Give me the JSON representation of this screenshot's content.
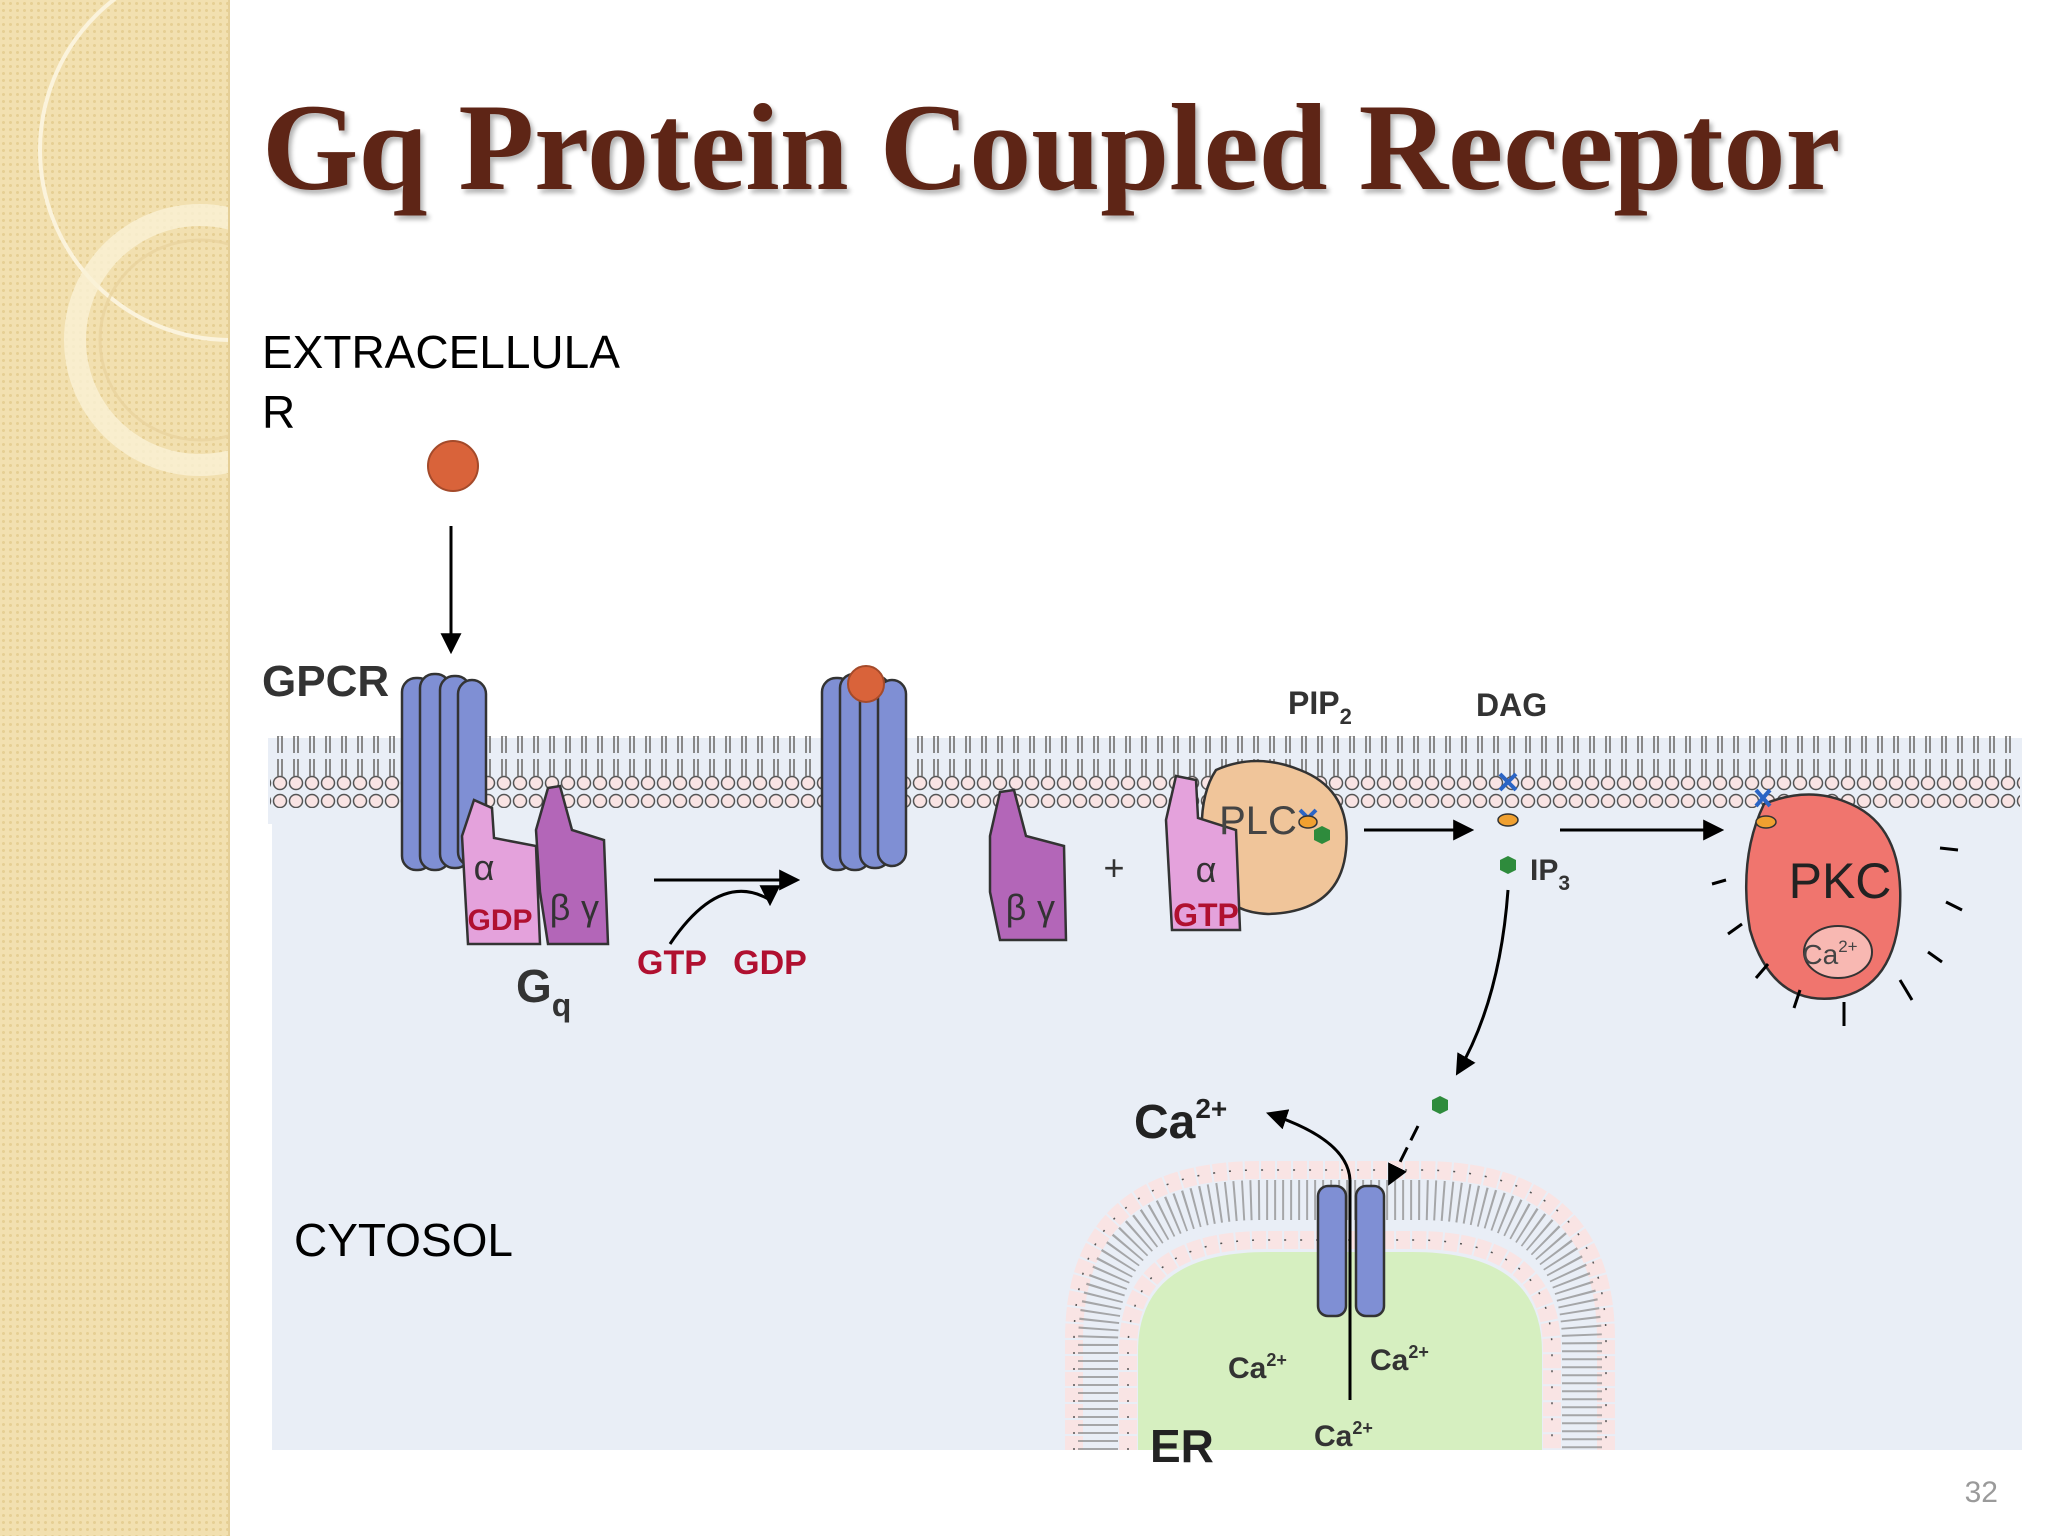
{
  "title": "Gq Protein Coupled Receptor",
  "regions": {
    "extracellular_line1": "EXTRACELLULA",
    "extracellular_line2": "R",
    "cytosol": "CYTOSOL"
  },
  "labels": {
    "gpcr": "GPCR",
    "alpha": "α",
    "beta": "β",
    "gamma": "γ",
    "gdp": "GDP",
    "gtp": "GTP",
    "gq_main": "G",
    "gq_sub": "q",
    "plus": "+",
    "plc": "PLC",
    "pip_main": "PIP",
    "pip_sub": "2",
    "dag": "DAG",
    "ip_main": "IP",
    "ip_sub": "3",
    "pkc": "PKC",
    "ca_main": "Ca",
    "ca_sup": "2+",
    "er": "ER"
  },
  "slide_number": "32",
  "colors": {
    "title": "#5e2516",
    "receptor": "#7f8fd4",
    "gbetagamma": "#b366b8",
    "galpha": "#e4a2dc",
    "plc": "#f0c59a",
    "pkc": "#f0756e",
    "ligand": "#d9633a",
    "er_lumen": "#d6efc0",
    "cytosol": "#e9eef6",
    "nucleotide_label": "#b01030"
  }
}
